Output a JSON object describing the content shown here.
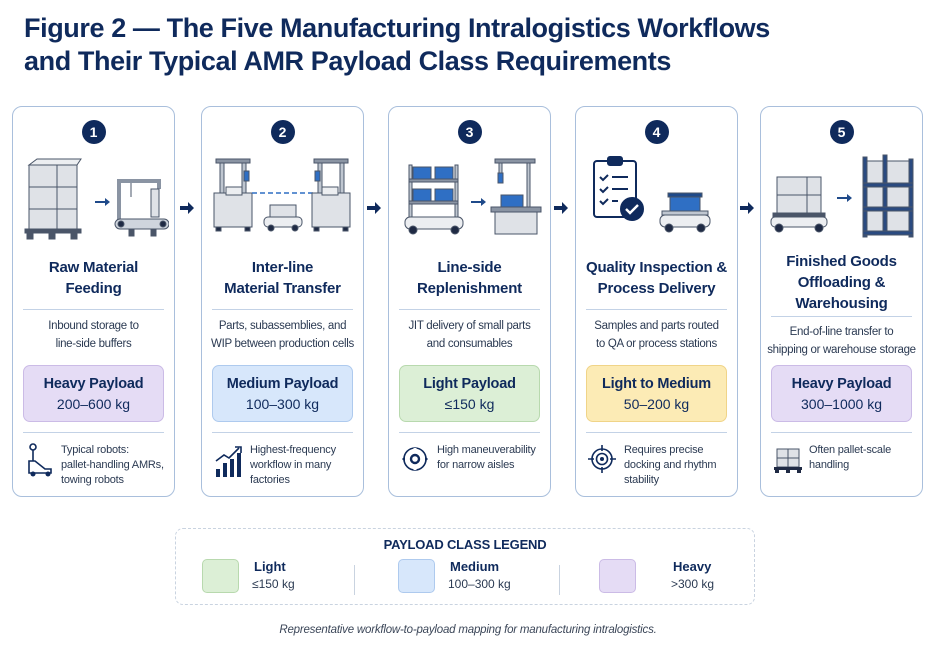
{
  "figure": {
    "title_line1": "Figure 2 — The Five Manufacturing Intralogistics Workflows",
    "title_line2": "and Their Typical AMR Payload Class Requirements",
    "caption": "Representative workflow-to-payload mapping for manufacturing intralogistics."
  },
  "colors": {
    "navy": "#0f2a5c",
    "accent_blue": "#2f6fc4",
    "light": "#dcefd6",
    "medium": "#d7e7fb",
    "heavy": "#e5dcf5",
    "light_to_medium": "#fcebb5"
  },
  "workflows": [
    {
      "number": "1",
      "title_line1": "Raw Material",
      "title_line2": "Feeding",
      "description_line1": "Inbound storage to",
      "description_line2": "line-side buffers",
      "payload_label": "Heavy Payload",
      "payload_range": "200–600 kg",
      "payload_class": "heavy",
      "illustration": "pallet-to-conveyor",
      "note_icon": "tugger-robot-icon",
      "note_line1": "Typical robots:",
      "note_line2": "pallet-handling AMRs,",
      "note_line3": "towing robots"
    },
    {
      "number": "2",
      "title_line1": "Inter-line",
      "title_line2": "Material Transfer",
      "description_line1": "Parts, subassemblies, and",
      "description_line2": "WIP between production cells",
      "payload_label": "Medium Payload",
      "payload_range": "100–300 kg",
      "payload_class": "medium",
      "illustration": "cell-to-cell-amr",
      "note_icon": "trend-chart-icon",
      "note_line1": "Highest-frequency",
      "note_line2": "workflow in many",
      "note_line3": "factories"
    },
    {
      "number": "3",
      "title_line1": "Line-side",
      "title_line2": "Replenishment",
      "description_line1": "JIT delivery of small parts",
      "description_line2": "and consumables",
      "payload_label": "Light Payload",
      "payload_range": "≤150 kg",
      "payload_class": "light",
      "illustration": "bin-cart-to-workstation",
      "note_icon": "maneuver-icon",
      "note_line1": "High maneuverability",
      "note_line2": "for narrow aisles",
      "note_line3": ""
    },
    {
      "number": "4",
      "title_line1": "Quality Inspection &",
      "title_line2": "Process Delivery",
      "description_line1": "Samples and parts routed",
      "description_line2": "to QA or process stations",
      "payload_label": "Light to Medium",
      "payload_range": "50–200 kg",
      "payload_class": "lm",
      "illustration": "checklist-and-amr",
      "note_icon": "target-icon",
      "note_line1": "Requires precise",
      "note_line2": "docking and rhythm",
      "note_line3": "stability"
    },
    {
      "number": "5",
      "title_line1": "Finished Goods",
      "title_line2": "Offloading &",
      "title_line3": "Warehousing",
      "description_line1": "End-of-line transfer to",
      "description_line2": "shipping or warehouse storage",
      "payload_label": "Heavy Payload",
      "payload_range": "300–1000 kg",
      "payload_class": "heavy",
      "illustration": "pallet-amr-to-racking",
      "note_icon": "pallet-icon",
      "note_line1": "Often pallet-scale",
      "note_line2": "handling",
      "note_line3": ""
    }
  ],
  "legend": {
    "title": "PAYLOAD CLASS LEGEND",
    "items": [
      {
        "name": "Light",
        "range": "≤150 kg",
        "color": "#dcefd6",
        "border": "#b8d9ae"
      },
      {
        "name": "Medium",
        "range": "100–300 kg",
        "color": "#d7e7fb",
        "border": "#aecaee"
      },
      {
        "name": "Heavy",
        "range": ">300 kg",
        "color": "#e5dcf5",
        "border": "#cbbbe6"
      }
    ]
  }
}
